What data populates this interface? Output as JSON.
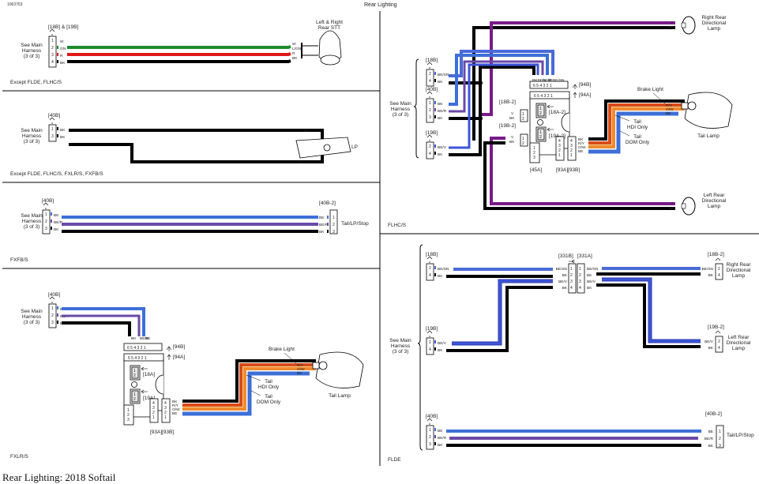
{
  "document": {
    "id": "1063763",
    "title": "Rear Lighting",
    "caption": "Rear Lighting: 2018 Softail"
  },
  "wire_colors": {
    "W": "#ffffff",
    "GN": "#1e8a2e",
    "R": "#e01818",
    "BK": "#000000",
    "BE": "#3d6fd8",
    "BE/R": "#6a4aa8",
    "BE/SN": "#4a6ad8",
    "BE/V": "#3d55d8",
    "V": "#7a1a8a",
    "R/Y": "#d94a1a",
    "O/W": "#f08a30",
    "BE_DARK": "#2a3aa8"
  },
  "common": {
    "see_main_harness": [
      "See Main",
      "Harness",
      "(3 of 3)"
    ]
  },
  "panels": {
    "stt": {
      "variant": "Except FLDE, FLHC/S",
      "connector": "[18B] & [19B]",
      "pins": [
        {
          "pin": "1",
          "color": "W"
        },
        {
          "pin": "2",
          "color": "GN"
        },
        {
          "pin": "3",
          "color": "R"
        },
        {
          "pin": "4",
          "color": "BK"
        }
      ],
      "end_labels": [
        "W",
        "GN",
        "R",
        "BK"
      ],
      "device": [
        "Left & Right",
        "Rear STT"
      ]
    },
    "lp": {
      "variant": "Except FLDE, FLHC/S, FXLR/S, FXFB/S",
      "connector": "[40B]",
      "pins": [
        {
          "pin": "1",
          "color": "BK"
        },
        {
          "pin": "3",
          "color": "BK"
        }
      ],
      "end_labels": [
        "BK",
        "BK"
      ],
      "device": "LP"
    },
    "fxfb": {
      "variant": "FXFB/S",
      "connector_left": "[40B]",
      "connector_right": "[40B-2]",
      "pins": [
        {
          "pin": "1",
          "color": "BE"
        },
        {
          "pin": "2",
          "color": "BE/R"
        },
        {
          "pin": "3",
          "color": "BK"
        }
      ],
      "device": "Tail/LP/Stop"
    },
    "fxlr": {
      "variant": "FXLR/S",
      "connector": "[40B]",
      "pins": [
        {
          "pin": "1",
          "color": "BE"
        },
        {
          "pin": "2",
          "color": "BE/R"
        },
        {
          "pin": "3",
          "color": "BK"
        }
      ],
      "module_pins": "6 5 4 3 2 1",
      "module_wire_labels": [
        "BK",
        "BE/R",
        "BE"
      ],
      "connectors": {
        "c94b": "[94B]",
        "c94a": "[94A]",
        "c18a": "[18A]",
        "c19a": "[19A]",
        "c93a": "[93A]",
        "c93b": "[93B]"
      },
      "pin_sets": {
        "two": [
          "1",
          "2"
        ],
        "three": [
          "1",
          "2",
          "3"
        ],
        "four": [
          "4",
          "3",
          "2",
          "1"
        ]
      },
      "tail_wires": [
        "BK",
        "R/Y",
        "O/W",
        "BE"
      ],
      "annotations": {
        "brake_light": "Brake Light",
        "tail_hdi": [
          "Tail",
          "HDI Only"
        ],
        "tail_dom": [
          "Tail",
          "DOM Only"
        ]
      },
      "device": "Tail Lamp"
    },
    "flhc": {
      "variant": "FLHC/S",
      "groups": [
        {
          "connector": "[18B]",
          "pins": [
            {
              "pin": "2",
              "color": "BE/SN"
            },
            {
              "pin": "4",
              "color": "BK"
            }
          ]
        },
        {
          "connector": "[40B]",
          "pins": [
            {
              "pin": "1",
              "color": "BE"
            },
            {
              "pin": "2",
              "color": "BE/R"
            },
            {
              "pin": "3",
              "color": "BK"
            }
          ]
        },
        {
          "connector": "[19B]",
          "pins": [
            {
              "pin": "2",
              "color": "BE/V"
            },
            {
              "pin": "4",
              "color": "BK"
            }
          ]
        }
      ],
      "module_pins": "6 5 4 3 2 1",
      "module_wire_labels": [
        "BK",
        "BE/V",
        "BE/R",
        "BE",
        "BE/SN"
      ],
      "connectors": {
        "c94b": "[94B]",
        "c94a": "[94A]",
        "c18a2": "[18A-2]",
        "c19a2": "[19A-2]",
        "c18b2": "[18B-2]",
        "c19b2": "[19B-2]",
        "c45a": "[45A]",
        "c93a": "[93A]",
        "c93b": "[93B]"
      },
      "directional_wires": [
        "V",
        "BK"
      ],
      "tail_wires": [
        "BK",
        "R/Y",
        "O/W",
        "BE"
      ],
      "annotations": {
        "brake_light": "Brake Light",
        "tail_hdi": [
          "Tail",
          "HDI Only"
        ],
        "tail_dom": [
          "Tail",
          "DOM Only"
        ]
      },
      "right_lamp": [
        "Right Rear",
        "Directional",
        "Lamp"
      ],
      "left_lamp": [
        "Left Rear",
        "Directional",
        "Lamp"
      ],
      "tail_lamp": "Tail Lamp"
    },
    "flde": {
      "variant": "FLDE",
      "c18b": "[18B]",
      "c19b": "[19B]",
      "c40b": "[40B]",
      "c331b": "[331B]",
      "c331a": "[331A]",
      "c18b2": "[18B-2]",
      "c19b2": "[19B-2]",
      "c40b2": "[40B-2]",
      "inline_pins": [
        "1",
        "2",
        "3",
        "4"
      ],
      "inline_labels": [
        "BE/SN",
        "BK",
        "BE/V",
        "BK"
      ],
      "right_wires": [
        "BE/SN",
        "BK"
      ],
      "left_wires": [
        "BE/V",
        "BK"
      ],
      "tail_pins": [
        {
          "pin": "1",
          "color": "BE"
        },
        {
          "pin": "2",
          "color": "BE/R"
        },
        {
          "pin": "3",
          "color": "BK"
        }
      ],
      "right_lamp": [
        "Right Rear",
        "Directional",
        "Lamp"
      ],
      "left_lamp": [
        "Left Rear",
        "Directional",
        "Lamp"
      ],
      "tail_device": "Tail/LP/Stop"
    }
  }
}
